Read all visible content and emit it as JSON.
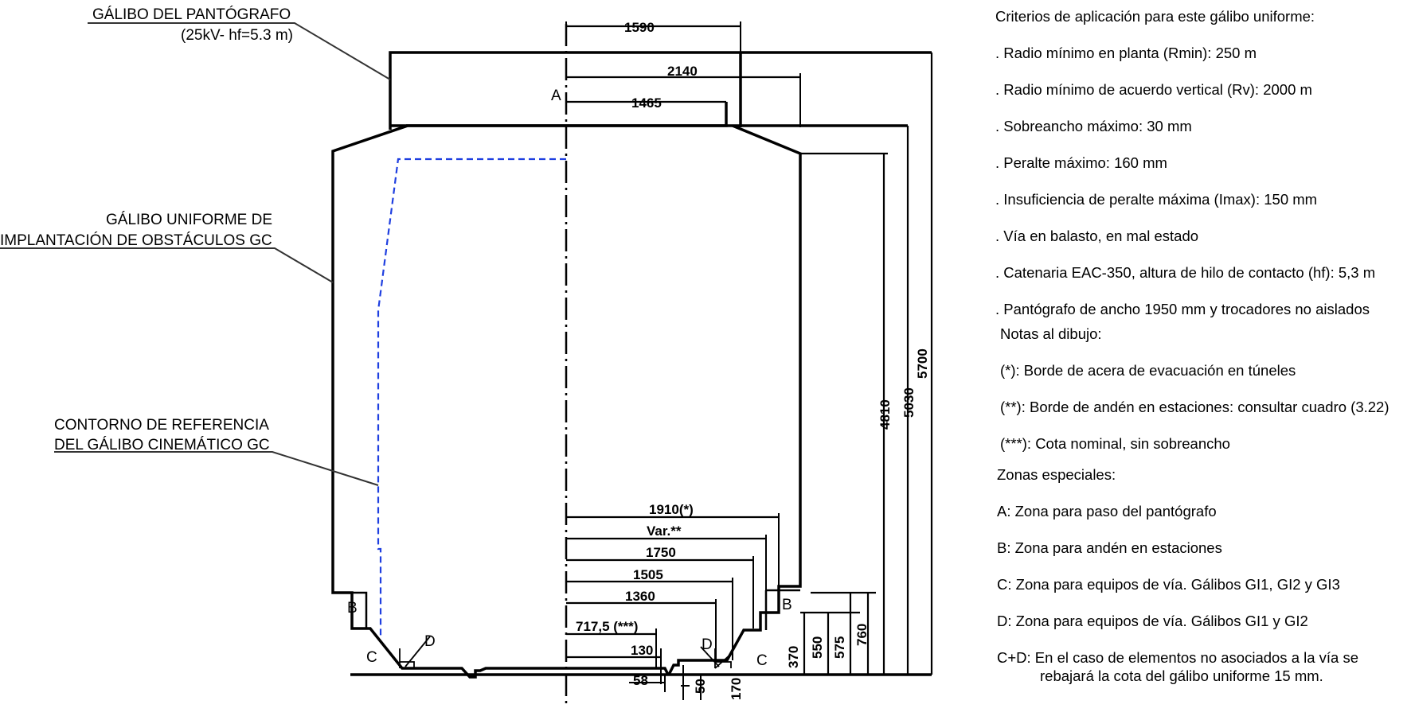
{
  "labels": {
    "pantograph_gauge_title": "GÁLIBO DEL PANTÓGRAFO",
    "pantograph_gauge_sub": "(25kV- hf=5.3 m)",
    "uniform_gauge_line1": "GÁLIBO UNIFORME DE",
    "uniform_gauge_line2": "IMPLANTACIÓN DE OBSTÁCULOS GC",
    "reference_contour_line1": "CONTORNO DE REFERENCIA",
    "reference_contour_line2": "DEL GÁLIBO CINEMÁTICO GC"
  },
  "dimensions": {
    "d1590": "1590",
    "d2140": "2140",
    "d1465": "1465",
    "d5700": "5700",
    "d5030": "5030",
    "d4810": "4810",
    "d1910": "1910(*)",
    "dvar": "Var.**",
    "d1750": "1750",
    "d1505": "1505",
    "d1360": "1360",
    "d717": "717,5  (***)",
    "d130": "130",
    "d58": "58",
    "d50": "50",
    "d170": "170",
    "d370": "370",
    "d550": "550",
    "d575": "575",
    "d760": "760"
  },
  "zone_marks": {
    "a": "A",
    "b_left": "B",
    "b_right": "B",
    "c_left": "C",
    "c_right": "C",
    "d_left": "D",
    "d_right": "D"
  },
  "notes": {
    "criteria_title": "Criterios de aplicación para este gálibo uniforme:",
    "criteria": [
      ". Radio mínimo en planta (Rmin): 250 m",
      ". Radio mínimo de acuerdo vertical (Rv): 2000 m",
      ". Sobreancho máximo: 30 mm",
      ". Peralte máximo: 160 mm",
      ". Insuficiencia de peralte máxima (Imax): 150 mm",
      ". Vía en balasto, en mal estado",
      ". Catenaria EAC-350, altura de hilo de contacto (hf): 5,3 m",
      ". Pantógrafo de ancho 1950 mm y trocadores no aislados"
    ],
    "drawing_notes_title": "Notas al dibujo:",
    "drawing_notes": [
      "(*): Borde de acera de evacuación en túneles",
      "(**): Borde de andén en estaciones: consultar cuadro (3.22)",
      "(***): Cota nominal, sin sobreancho"
    ],
    "zones_title": "Zonas especiales:",
    "zones": [
      "A: Zona para paso del pantógrafo",
      "B: Zona para andén en estaciones",
      "C: Zona para equipos de vía. Gálibos GI1, GI2 y GI3",
      "D: Zona para equipos de vía. Gálibos GI1 y GI2",
      "C+D: En el caso de elementos no asociados a la vía se",
      "rebajará la cota del gálibo uniforme 15 mm."
    ]
  },
  "colors": {
    "line": "#000000",
    "reference_contour": "#1f3fe0",
    "leader": "#333333"
  }
}
